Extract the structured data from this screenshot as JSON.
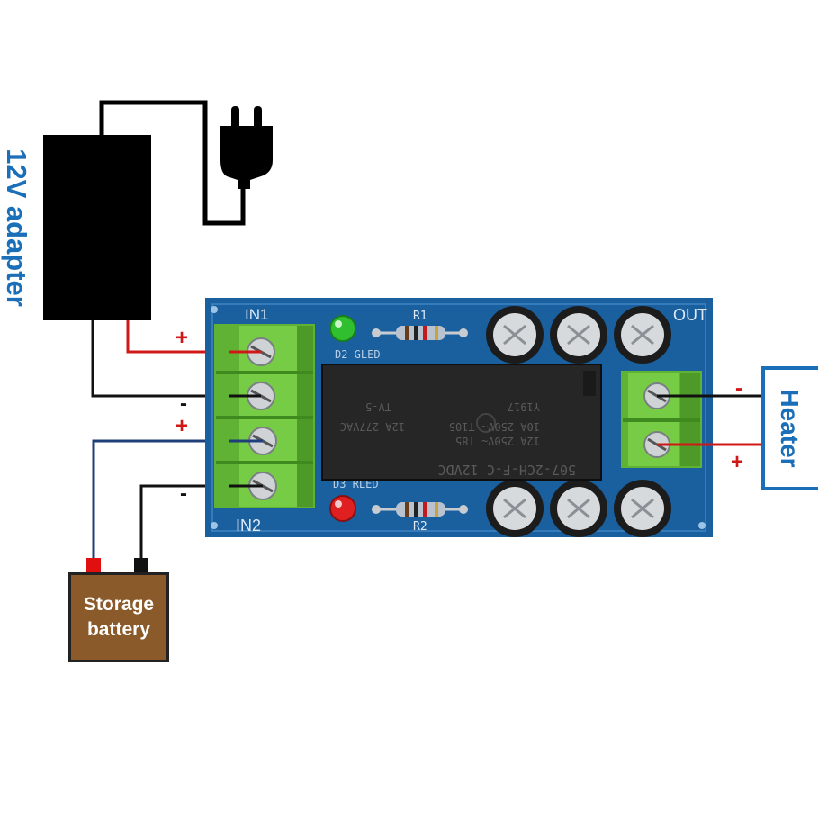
{
  "labels": {
    "adapter": "12V adapter",
    "heater": "Heater",
    "battery_line1": "Storage",
    "battery_line2": "battery"
  },
  "board": {
    "in1": "IN1",
    "in2": "IN2",
    "out": "OUT",
    "r1": "R1",
    "r2": "R2",
    "d2": "D2 GLED",
    "d3": "D3 RLED",
    "relay_line1": "507-2CH-F-C 12VDC",
    "relay_line2": "12A 250V~ T85",
    "relay_line3": "10A 250V~ T105",
    "relay_line4": "Y1917",
    "relay_line5": "12A 277VAC",
    "relay_line6": "TV-5"
  },
  "polarity": {
    "in1_plus": "+",
    "in1_minus": "-",
    "in2_plus": "+",
    "in2_minus": "-",
    "out_minus": "-",
    "out_plus": "+"
  },
  "colors": {
    "board": "#1a5f9e",
    "terminal": "#6fc23f",
    "wire_positive": "#d01818",
    "wire_negative": "#111111",
    "wire_battery_positive": "#1f3f7a",
    "label_blue": "#1b6fb8",
    "battery": "#8a5a2b"
  },
  "icons": [
    "power-plug-icon"
  ]
}
